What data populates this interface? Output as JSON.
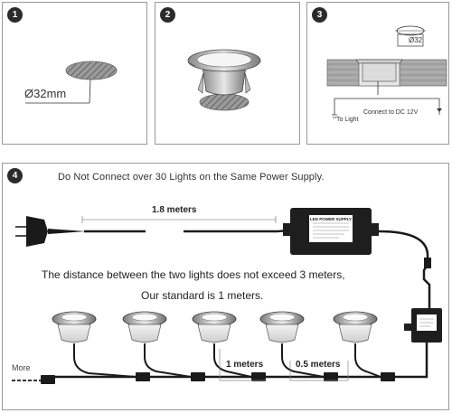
{
  "steps": [
    {
      "number": "1",
      "hole_diameter": "Ø32mm"
    },
    {
      "number": "2"
    },
    {
      "number": "3",
      "diameter_label": "Ø32",
      "dc_label": "Connect to DC 12V",
      "light_label": "To Light"
    },
    {
      "number": "4"
    }
  ],
  "wiring": {
    "warning": "Do Not Connect over 30 Lights on the Same Power Supply.",
    "cable_length": "1.8 meters",
    "distance_note": "The distance between the two lights does not exceed 3 meters,",
    "standard_note": "Our standard is 1 meters.",
    "spacing_1": "1 meters",
    "spacing_2": "0.5 meters",
    "more_label": "More",
    "power_supply_label": "LED POWER SUPPLY"
  },
  "colors": {
    "badge": "#2b2b2b",
    "panel_border": "#9a9a9a",
    "hatch": "#7a7a7a",
    "cable": "#1a1a1a"
  }
}
